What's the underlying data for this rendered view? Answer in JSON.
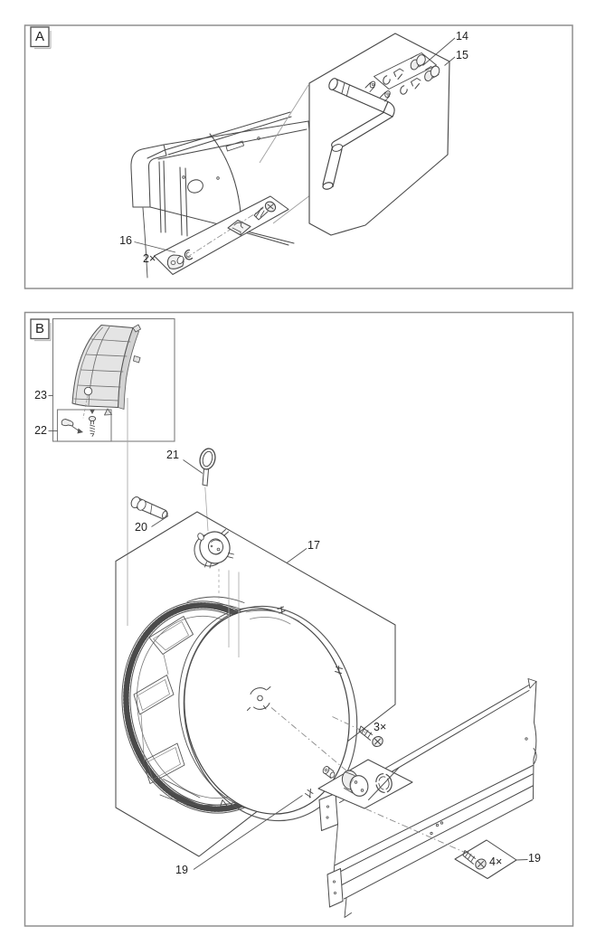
{
  "figure": {
    "panel_a": {
      "label": "A",
      "callout_14": "14",
      "callout_15": "15",
      "callout_16": "16",
      "qty_2": "2×"
    },
    "panel_b": {
      "label": "B",
      "callout_17": "17",
      "callout_19_left": "19",
      "callout_19_right": "19",
      "callout_20": "20",
      "callout_21": "21",
      "callout_22": "22",
      "callout_23": "23",
      "qty_3": "3×",
      "qty_4": "4×"
    }
  },
  "colors": {
    "line": "#4a4a4a",
    "thin_line": "#a0a0a0",
    "panel_border": "#8f8f8f",
    "label_text": "#222222",
    "grate_fill": "#e4e4e4",
    "metal_fill": "#ececec"
  }
}
